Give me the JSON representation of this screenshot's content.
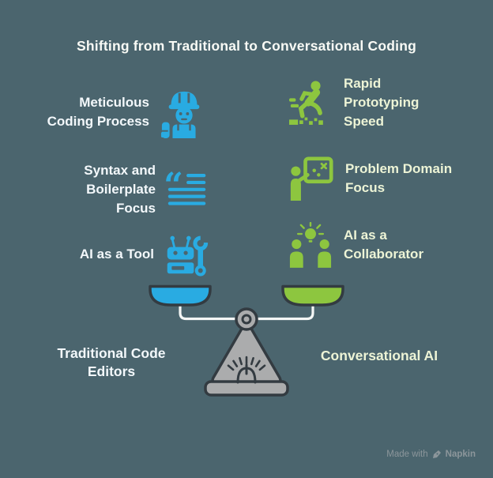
{
  "title": "Shifting from Traditional to Conversational Coding",
  "features": {
    "left": [
      {
        "label": "Meticulous\nCoding Process",
        "icon": "construction-worker-icon"
      },
      {
        "label": "Syntax and\nBoilerplate\nFocus",
        "icon": "quote-lines-icon"
      },
      {
        "label": "AI as a Tool",
        "icon": "robot-wrench-icon"
      }
    ],
    "right": [
      {
        "label": "Rapid\nPrototyping\nSpeed",
        "icon": "running-person-icon"
      },
      {
        "label": "Problem Domain\nFocus",
        "icon": "presenter-board-icon"
      },
      {
        "label": "AI as a\nCollaborator",
        "icon": "people-lightbulb-icon"
      }
    ]
  },
  "scale": {
    "left_label": "Traditional Code\nEditors",
    "right_label": "Conversational AI",
    "left_pan_color": "#29ABE2",
    "right_pan_color": "#8DC63F"
  },
  "watermark": {
    "prefix": "Made with",
    "brand": "Napkin"
  },
  "colors": {
    "background": "#4B656E",
    "traditional_blue": "#29ABE2",
    "conversational_green": "#8DC63F",
    "left_text": "#F3F8FB",
    "right_text": "#EDF4D6",
    "title_text": "#F8FAF5",
    "scale_gray": "#ABACAD",
    "outline": "#333B41",
    "watermark_gray": "#8C969B",
    "beam_white": "#F4F6F5"
  }
}
